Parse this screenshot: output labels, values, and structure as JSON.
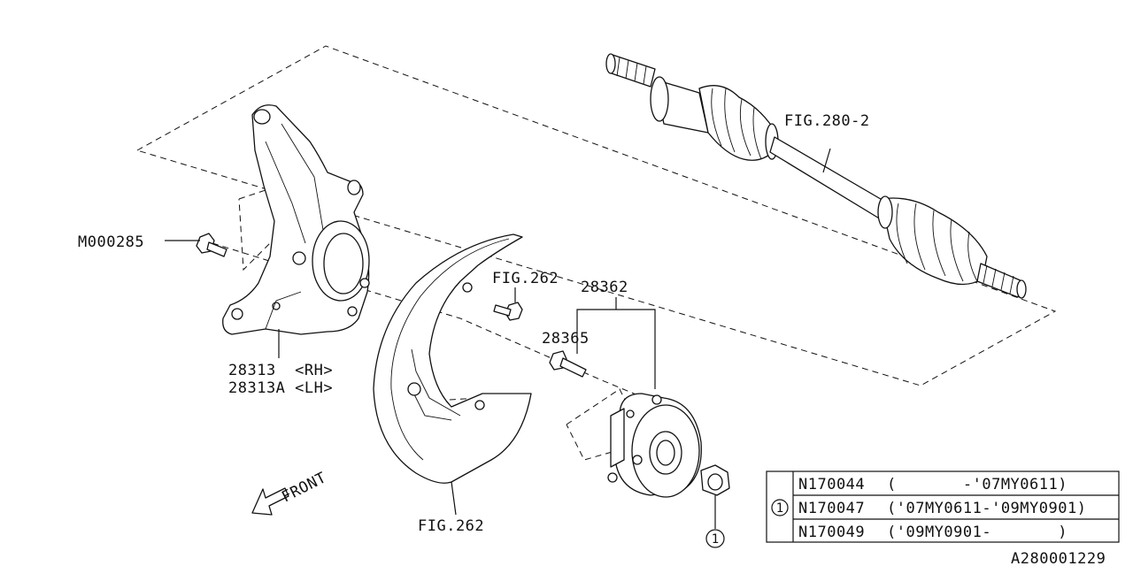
{
  "labels": {
    "knuckle_bolt": "M000285",
    "knuckle_rh": "28313  <RH>",
    "knuckle_lh": "28313A <LH>",
    "shield_bolt_ref": "FIG.262",
    "shield_ref": "FIG.262",
    "hub_assembly": "28362",
    "hub_bolt": "28365",
    "axle_ref": "FIG.280-2",
    "front_arrow": "FRONT",
    "nut_callout": "1",
    "diagram_id": "A280001229"
  },
  "nut_table": {
    "ref": "1",
    "rows": [
      {
        "part": "N170044",
        "range": "(       -'07MY0611)"
      },
      {
        "part": "N170047",
        "range": "('07MY0611-'09MY0901)"
      },
      {
        "part": "N170049",
        "range": "('09MY0901-       )"
      }
    ]
  }
}
